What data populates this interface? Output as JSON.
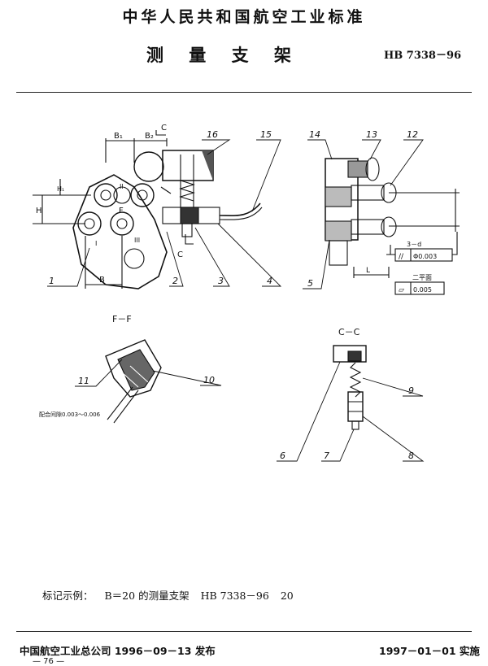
{
  "header": {
    "standard_name": "中华人民共和国航空工业标准",
    "title": "测 量 支 架",
    "code": "HB 7338－96"
  },
  "drawing": {
    "main_view": {
      "dims": [
        "B₁",
        "B₂",
        "H₁",
        "H",
        "B"
      ],
      "section_mark": "C",
      "roman_labels": [
        "I",
        "II",
        "III"
      ],
      "section_f": "F"
    },
    "side_view": {
      "tol1_label": "3－d",
      "tol1_symbol": "//",
      "tol1_value": "Φ0.003",
      "tol2_label": "二平面",
      "tol2_symbol": "▱",
      "tol2_value": "0.005",
      "dim_l": "L"
    },
    "section_ff": {
      "title": "F－F",
      "note": "配合间隙0.003～0.006"
    },
    "section_cc": {
      "title": "C－C"
    },
    "callouts": [
      "1",
      "2",
      "3",
      "4",
      "5",
      "6",
      "7",
      "8",
      "9",
      "10",
      "11",
      "12",
      "13",
      "14",
      "15",
      "16"
    ]
  },
  "example": {
    "label": "标记示例：",
    "text": "B＝20 的测量支架",
    "code": "HB 7338－96",
    "value": "20"
  },
  "footer": {
    "publisher": "中国航空工业总公司 1996－09－13 发布",
    "effective": "1997－01－01 实施",
    "page": "— 76 —"
  }
}
